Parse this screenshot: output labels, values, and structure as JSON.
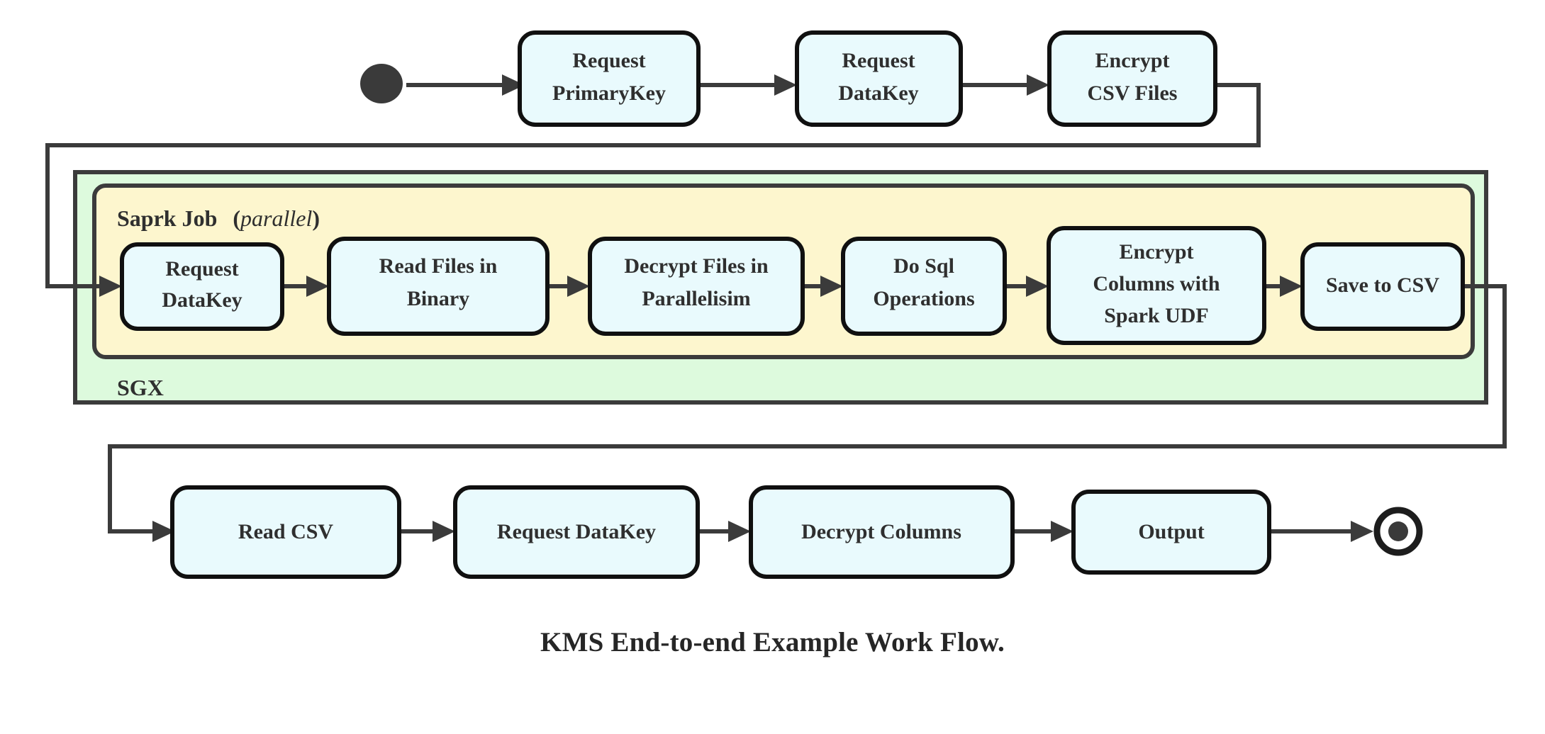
{
  "diagram": {
    "caption": "KMS End-to-end Example Work Flow.",
    "colors": {
      "node_fill": "#e9fafd",
      "node_stroke": "#101010",
      "sgx_group_fill": "#ddfadd",
      "spark_group_fill": "#fdf6ce",
      "group_stroke": "#3b3b3b",
      "connector": "#3b3b3b",
      "text": "#2f2f2f",
      "start_node": "#3a3a3a",
      "background": "#ffffff"
    },
    "start_node": {
      "name": "start",
      "type": "filled-circle"
    },
    "end_node": {
      "name": "end",
      "type": "ring-with-dot"
    },
    "groups": [
      {
        "id": "sgx",
        "label": "SGX",
        "label_position": "bottom-left",
        "fill": "#ddfadd",
        "corner": "square"
      },
      {
        "id": "spark-job",
        "label": "Saprk Job",
        "label_suffix_open": "(",
        "label_italic": "parallel",
        "label_suffix_close": ")",
        "label_position": "top-left",
        "fill": "#fdf6ce",
        "corner": "rounded"
      }
    ],
    "rows": {
      "top": {
        "name": "top-row",
        "nodes": [
          {
            "id": "request-primarykey",
            "lines": [
              "Request",
              "PrimaryKey"
            ]
          },
          {
            "id": "request-datakey-top",
            "lines": [
              "Request",
              "DataKey"
            ]
          },
          {
            "id": "encrypt-csv-files",
            "lines": [
              "Encrypt",
              "CSV Files"
            ]
          }
        ]
      },
      "spark": {
        "name": "spark-row",
        "nodes": [
          {
            "id": "request-datakey-spark",
            "lines": [
              "Request",
              "DataKey"
            ]
          },
          {
            "id": "read-files-in-binary",
            "lines": [
              "Read Files in",
              "Binary"
            ]
          },
          {
            "id": "decrypt-files-in-parallelisim",
            "lines": [
              "Decrypt Files in",
              "Parallelisim"
            ]
          },
          {
            "id": "do-sql-operations",
            "lines": [
              "Do Sql",
              "Operations"
            ]
          },
          {
            "id": "encrypt-columns-with-spark-udf",
            "lines": [
              "Encrypt",
              "Columns with",
              "Spark UDF"
            ]
          },
          {
            "id": "save-to-csv",
            "lines": [
              "Save to CSV"
            ]
          }
        ]
      },
      "bottom": {
        "name": "bottom-row",
        "nodes": [
          {
            "id": "read-csv",
            "lines": [
              "Read CSV"
            ]
          },
          {
            "id": "request-datakey-bottom",
            "lines": [
              "Request DataKey"
            ]
          },
          {
            "id": "decrypt-columns",
            "lines": [
              "Decrypt Columns"
            ]
          },
          {
            "id": "output",
            "lines": [
              "Output"
            ]
          }
        ]
      }
    },
    "edges": [
      {
        "from": "start",
        "to": "request-primarykey"
      },
      {
        "from": "request-primarykey",
        "to": "request-datakey-top"
      },
      {
        "from": "request-datakey-top",
        "to": "encrypt-csv-files"
      },
      {
        "from": "encrypt-csv-files",
        "to": "request-datakey-spark",
        "routing": "right-down-left-down-right"
      },
      {
        "from": "request-datakey-spark",
        "to": "read-files-in-binary"
      },
      {
        "from": "read-files-in-binary",
        "to": "decrypt-files-in-parallelisim"
      },
      {
        "from": "decrypt-files-in-parallelisim",
        "to": "do-sql-operations"
      },
      {
        "from": "do-sql-operations",
        "to": "encrypt-columns-with-spark-udf"
      },
      {
        "from": "encrypt-columns-with-spark-udf",
        "to": "save-to-csv"
      },
      {
        "from": "save-to-csv",
        "to": "read-csv",
        "routing": "right-down-left-down-right"
      },
      {
        "from": "read-csv",
        "to": "request-datakey-bottom"
      },
      {
        "from": "request-datakey-bottom",
        "to": "decrypt-columns"
      },
      {
        "from": "decrypt-columns",
        "to": "output"
      },
      {
        "from": "output",
        "to": "end"
      }
    ]
  }
}
